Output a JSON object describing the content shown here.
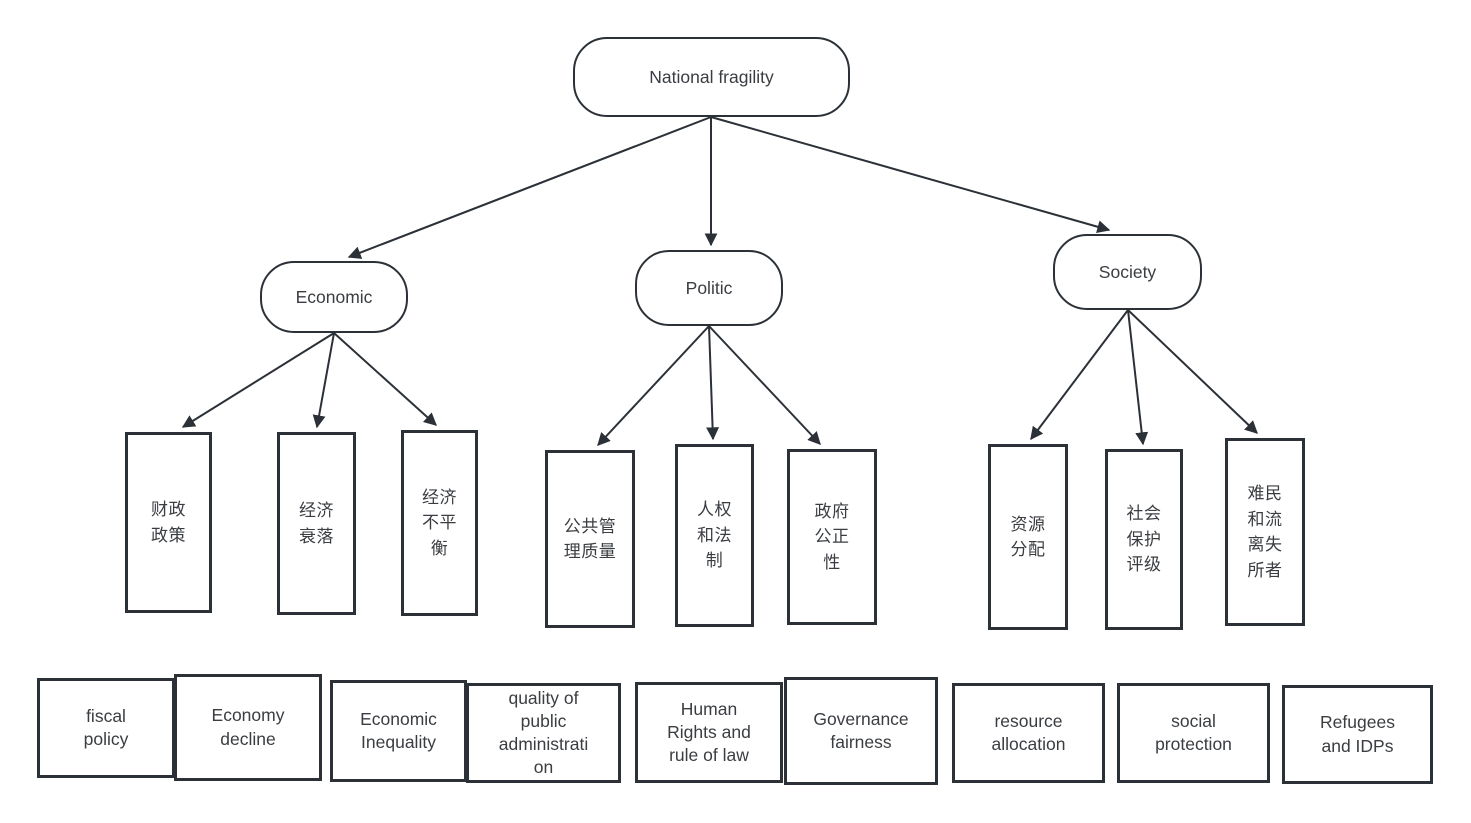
{
  "nodes": {
    "root": "National fragility",
    "branches": [
      {
        "label": "Economic",
        "leaves": [
          "财政\n政策",
          "经济\n衰落",
          "经济\n不平\n衡"
        ]
      },
      {
        "label": "Politic",
        "leaves": [
          "公共管\n理质量",
          "人权\n和法\n制",
          "政府\n公正\n性"
        ]
      },
      {
        "label": "Society",
        "leaves": [
          "资源\n分配",
          "社会\n保护\n评级",
          "难民\n和流\n离失\n所者"
        ]
      }
    ],
    "translations": [
      "fiscal\npolicy",
      "Economy\ndecline",
      "Economic\nInequality",
      "quality of\npublic\nadministrati\non",
      "Human\nRights and\nrule of law",
      "Governance\nfairness",
      "resource\nallocation",
      "social\nprotection",
      "Refugees\nand IDPs"
    ]
  },
  "colors": {
    "line": "#2b3137",
    "text": "#3a3d41",
    "background": "#ffffff"
  }
}
